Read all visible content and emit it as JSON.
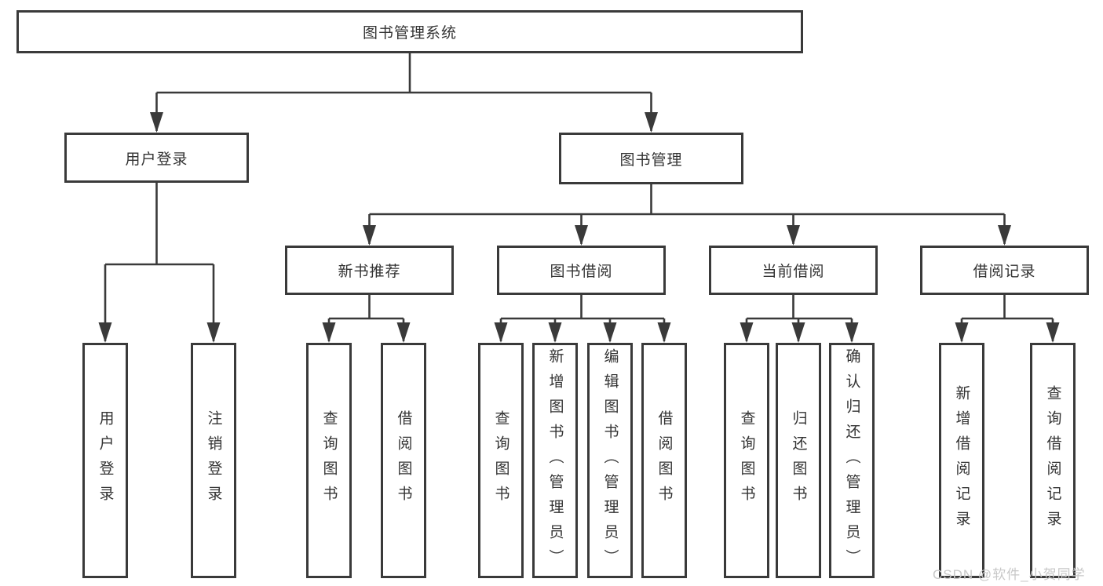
{
  "diagram": {
    "root": {
      "label": "图书管理系统"
    },
    "level1": [
      {
        "label": "用户登录"
      },
      {
        "label": "图书管理"
      }
    ],
    "level2": [
      {
        "label": "新书推荐"
      },
      {
        "label": "图书借阅"
      },
      {
        "label": "当前借阅"
      },
      {
        "label": "借阅记录"
      }
    ],
    "leaves": {
      "user_login": [
        {
          "label": "用户登录"
        },
        {
          "label": "注销登录"
        }
      ],
      "new_books": [
        {
          "label": "查询图书"
        },
        {
          "label": "借阅图书"
        }
      ],
      "book_borrow": [
        {
          "label": "查询图书"
        },
        {
          "label": "新增图书（管理员）"
        },
        {
          "label": "编辑图书（管理员）"
        },
        {
          "label": "借阅图书"
        }
      ],
      "current_borrow": [
        {
          "label": "查询图书"
        },
        {
          "label": "归还图书"
        },
        {
          "label": "确认归还（管理员）"
        }
      ],
      "borrow_records": [
        {
          "label": "新增借阅记录"
        },
        {
          "label": "查询借阅记录"
        }
      ]
    },
    "watermark": "CSDN @软件_小贺同学",
    "colors": {
      "line": "#3a3a3a",
      "text": "#333333",
      "watermark": "#c8c8c8",
      "background": "#ffffff"
    }
  }
}
